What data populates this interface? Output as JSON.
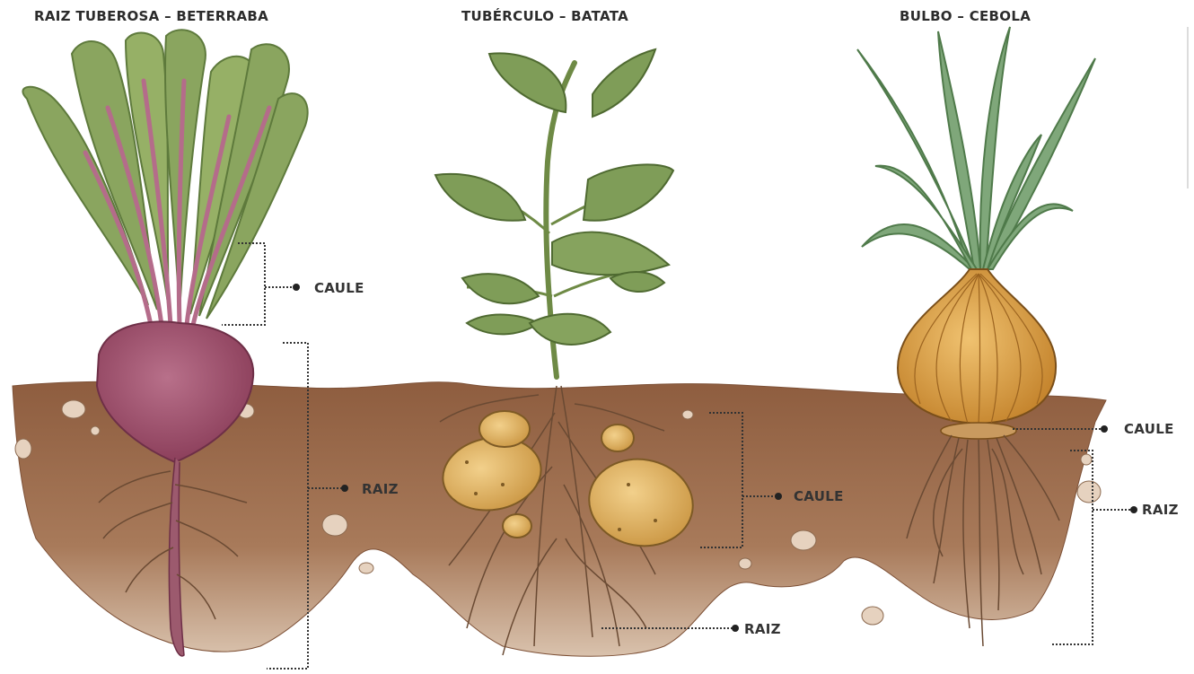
{
  "panels": [
    {
      "title": "RAIZ TUBEROSA – BETERRABA",
      "labels": {
        "caule": "CAULE",
        "raiz": "RAIZ"
      }
    },
    {
      "title": "TUBÉRCULO – BATATA",
      "labels": {
        "caule": "CAULE",
        "raiz": "RAIZ"
      }
    },
    {
      "title": "BULBO – CEBOLA",
      "labels": {
        "caule": "CAULE",
        "raiz": "RAIZ"
      }
    }
  ],
  "colors": {
    "soil": "#9c6b4b",
    "soil_dark": "#7d5036",
    "leaf": "#8aa55f",
    "leaf_dark": "#5e7a3c",
    "beet": "#a45670",
    "stem_pink": "#b46c8a",
    "potato": "#e0b565",
    "onion": "#dda046",
    "onion_leaf": "#6f9a64",
    "root": "#6a4a33",
    "line": "#333333"
  }
}
